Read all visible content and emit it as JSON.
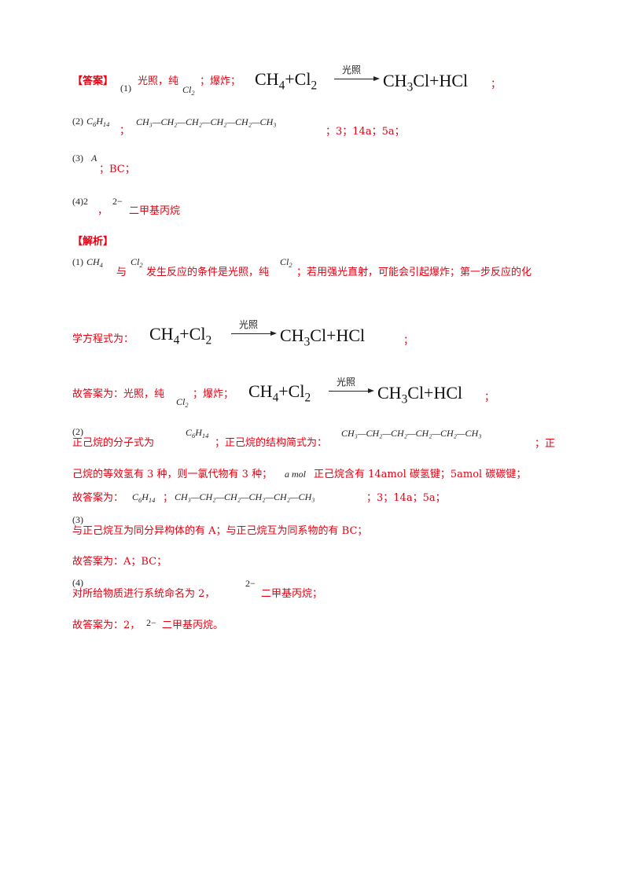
{
  "answer": {
    "heading": "【答案】",
    "p1": {
      "num": "(1)",
      "cond1": "光照，纯",
      "cl2": "Cl",
      "cl2_sub": "2",
      "sep1": "；爆炸；",
      "end": "；"
    },
    "equation": {
      "lhs_a": "CH",
      "lhs_a_sub": "4",
      "plus1": "+Cl",
      "lhs_b_sub": "2",
      "arrow_label": "光照",
      "rhs_a": "CH",
      "rhs_a_sub": "3",
      "rhs_b": "Cl+HCl"
    },
    "p2": {
      "num": "(2)",
      "formula": "C",
      "formula_sub1": "6",
      "formula_h": "H",
      "formula_sub2": "14",
      "sep": "；",
      "struct": "CH₃—CH₂—CH₂—CH₂—CH₂—CH₃",
      "tail": "；3；14a；5a；"
    },
    "p3": {
      "num": "(3)",
      "math": "A",
      "tail": "；BC；"
    },
    "p4": {
      "num": "(4)2",
      "comma": "，",
      "math": "2−",
      "tail": "二甲基丙烷"
    }
  },
  "analysis": {
    "heading": "【解析】",
    "l1": {
      "num": "(1)",
      "ch4": "CH",
      "ch4_sub": "4",
      "yu": "与",
      "cl2": "Cl",
      "cl2_sub": "2",
      "t1": "发生反应的条件是光照，纯",
      "t2": "；若用强光直射，可能会引起爆炸；第一步反应的化"
    },
    "l2": {
      "t": "学方程式为：",
      "end": "；"
    },
    "l3": {
      "t": "故答案为：光照，纯",
      "t2": "；爆炸；",
      "end": "；"
    },
    "l4": {
      "num": "(2)",
      "t1": "正己烷的分子式为",
      "t2": "；正己烷的结构简式为：",
      "t3": "；正"
    },
    "l5": {
      "t1": "己烷的等效氢有 3 种，则一氯代物有 3 种；",
      "math": "a mol",
      "t2": "正己烷含有 14amol 碳氢键；5amol 碳碳键；"
    },
    "l6": {
      "t1": "故答案为：",
      "t2": "；",
      "t3": "；3；14a；5a；"
    },
    "l7": {
      "num": "(3)",
      "t": "与正己烷互为同分异构体的有 A；与正己烷互为同系物的有 BC；"
    },
    "l8": {
      "t": "故答案为：A；BC；"
    },
    "l9": {
      "num": "(4)",
      "t": "对所给物质进行系统命名为 2，",
      "math": "2−",
      "t2": "二甲基丙烷；"
    },
    "l10": {
      "t": "故答案为：2，",
      "math": "2−",
      "t2": "二甲基丙烷。"
    }
  }
}
